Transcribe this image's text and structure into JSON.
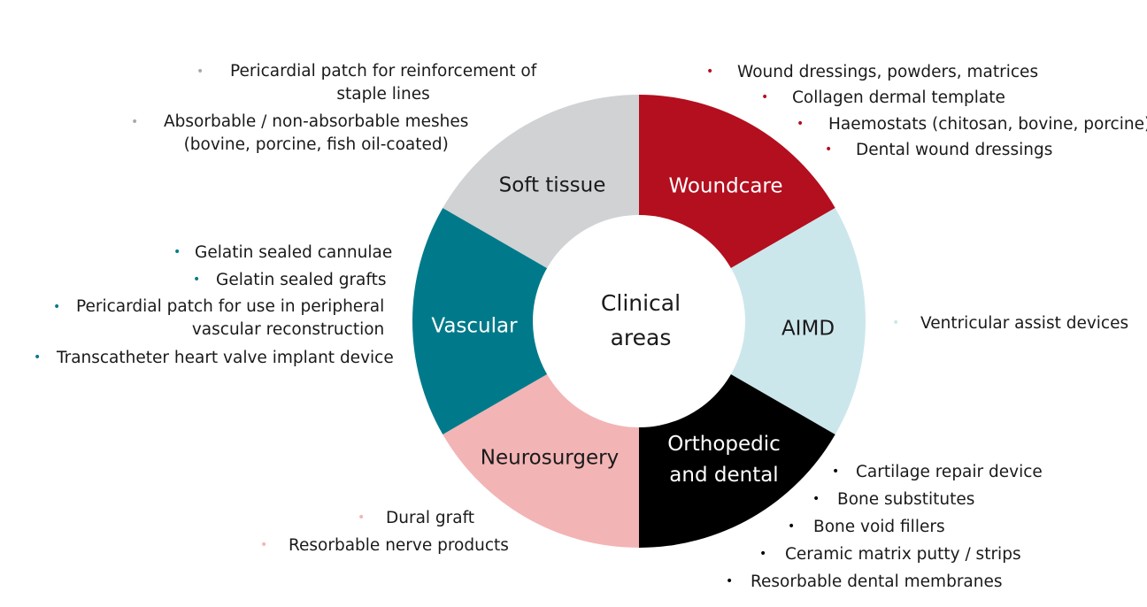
{
  "center": {
    "line1": "Clinical",
    "line2": "areas"
  },
  "segments": [
    {
      "name": "Woundcare",
      "lines": [
        "Woundcare"
      ],
      "color": "#b30f1f",
      "text_color": "#ffffff"
    },
    {
      "name": "AIMD",
      "lines": [
        "AIMD"
      ],
      "color": "#cce7ec",
      "text_color": "#1a1a1a"
    },
    {
      "name": "Orthopedic and dental",
      "lines": [
        "Orthopedic",
        "and dental"
      ],
      "color": "#000000",
      "text_color": "#ffffff"
    },
    {
      "name": "Neurosurgery",
      "lines": [
        "Neurosurgery"
      ],
      "color": "#f3b4b5",
      "text_color": "#1a1a1a"
    },
    {
      "name": "Vascular",
      "lines": [
        "Vascular"
      ],
      "color": "#007a8a",
      "text_color": "#ffffff"
    },
    {
      "name": "Soft tissue",
      "lines": [
        "Soft tissue"
      ],
      "color": "#d0d2d3",
      "text_color": "#1a1a1a"
    }
  ],
  "lists": {
    "soft_tissue": {
      "bullet_color": "#a8aaad",
      "items": [
        "Pericardial patch for reinforcement of\nstaple lines",
        "Absorbable / non-absorbable meshes\n(bovine, porcine, fish oil-coated)"
      ]
    },
    "woundcare": {
      "bullet_color": "#b30f1f",
      "items": [
        "Wound dressings, powders, matrices",
        "Collagen dermal template",
        "Haemostats (chitosan, bovine, porcine)",
        "Dental wound dressings"
      ]
    },
    "vascular": {
      "bullet_color": "#007a8a",
      "items": [
        "Gelatin sealed cannulae",
        "Gelatin sealed grafts",
        "Pericardial patch for use in peripheral\nvascular reconstruction",
        "Transcatheter heart valve implant device"
      ]
    },
    "aimd": {
      "bullet_color": "#cce7ec",
      "items": [
        "Ventricular assist devices"
      ]
    },
    "neurosurgery": {
      "bullet_color": "#f3b4b5",
      "items": [
        "Dural graft",
        "Resorbable nerve products"
      ]
    },
    "orthopedic": {
      "bullet_color": "#000000",
      "items": [
        "Cartilage repair device",
        "Bone substitutes",
        "Bone void fillers",
        "Ceramic matrix putty / strips",
        "Resorbable dental membranes"
      ]
    }
  }
}
